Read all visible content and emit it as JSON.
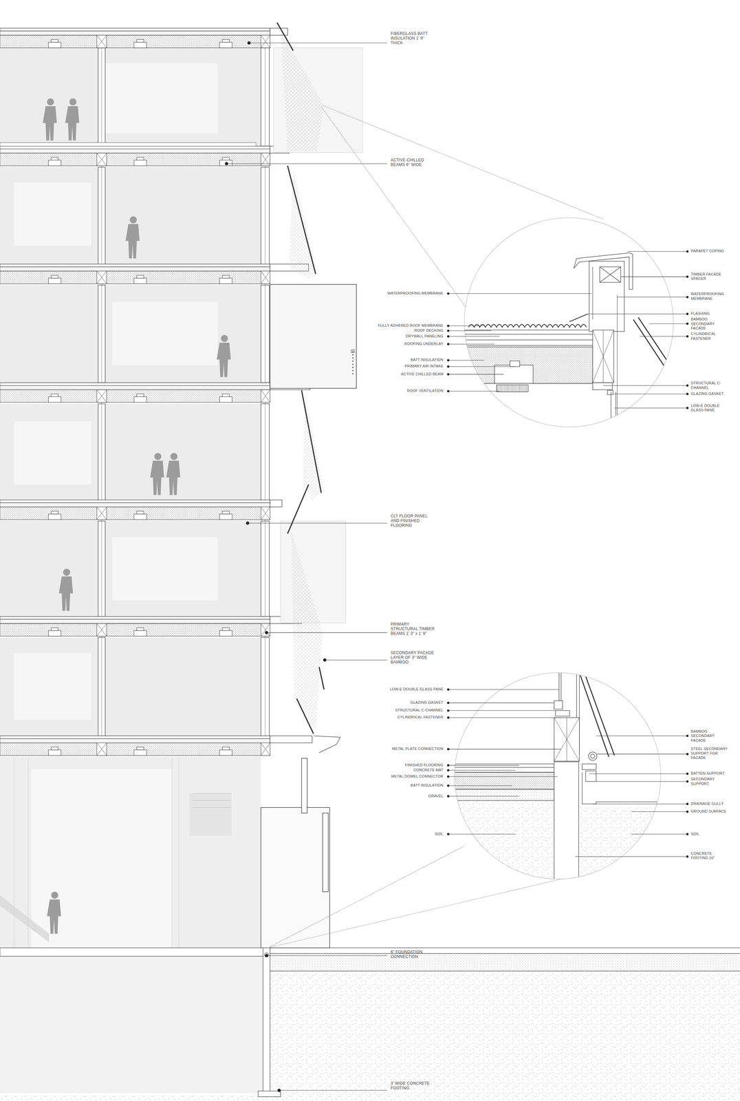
{
  "diagram": {
    "labels": [
      "FIBERGLASS BATT INSULATION 1' 9\" THICK",
      "ACTIVE CHILLED BEAMS 6\" WIDE",
      "CLT FLOOR PANEL AND FINISHED FLOORING",
      "PRIMARY STRUCTURAL TIMBER BEAMS 1' 3\" x 1' 9\"",
      "SECONDARY FACADE LAYER OF 3\" WIDE BAMBOO",
      "6\" FOUNDATION CONNECTION",
      "3' WIDE CONCRETE FOOTING",
      "WATERPROOFING MEMBRANE",
      "FULLY ADHERED ROOF MEMBRANE",
      "ROOF DECKING",
      "DRYWALL PANELING",
      "ROOFING UNDERLAY",
      "BATT INSULATION",
      "PRIMARY AIR INTAKE",
      "ACTIVE CHILLED BEAM",
      "ROOF VENTILATION",
      "PARAPET COPING",
      "TIMBER FACADE SPACER",
      "WATERPROOFING MEMBRANE",
      "FLASHING",
      "BAMBOO SECONDARY FACADE",
      "CYLINDRICAL FASTENER",
      "STRUCTURAL C-CHANNEL",
      "GLAZING GASKET",
      "LOW-E DOUBLE GLASS PANE",
      "LOW-E DOUBLE GLASS PANE",
      "GLAZING GASKET",
      "STRUCTURAL C-CHANNEL",
      "CYLINDRICAL FASTENER",
      "METAL PLATE CONNECTION",
      "FINISHED FLOORING",
      "CONCRETE MAT",
      "METAL DOWEL CONNECTOR",
      "BATT INSULATION",
      "GRAVEL",
      "SOIL",
      "BAMBOO SECONDARY FACADE",
      "STEEL SECONDARY SUPPORT FOR FACADE",
      "BATTEN SUPPORT",
      "SECONDARY SUPPORT",
      "DRAINAGE GULLY",
      "GROUND SURFACE",
      "SOIL",
      "CONCRETE FOOTING 16\""
    ]
  }
}
